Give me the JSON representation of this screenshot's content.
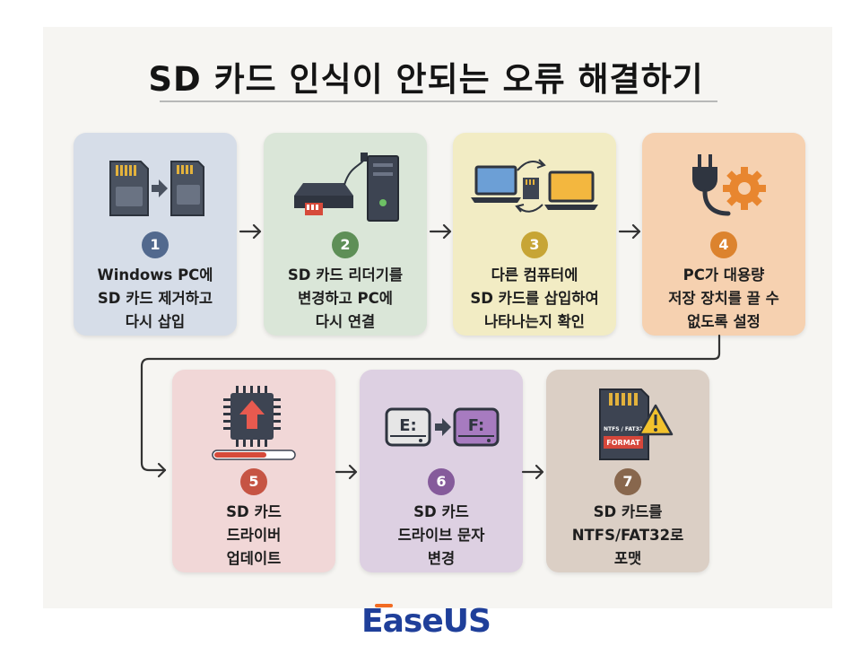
{
  "title": "SD 카드 인식이 안되는 오류 해결하기",
  "steps": [
    {
      "number": "1",
      "text": "Windows PC에\nSD 카드 제거하고\n다시 삽입",
      "color": "#d6dde8",
      "badge_color": "#52698e"
    },
    {
      "number": "2",
      "text": "SD 카드 리더기를\n변경하고 PC에\n다시 연결",
      "color": "#dae6d8",
      "badge_color": "#5e8f57"
    },
    {
      "number": "3",
      "text": "다른 컴퓨터에\nSD 카드를 삽입하여\n나타나는지 확인",
      "color": "#f2ecc4",
      "badge_color": "#c7a535"
    },
    {
      "number": "4",
      "text": "PC가 대용량\n저장 장치를 끌 수\n없도록 설정",
      "color": "#f6d1b0",
      "badge_color": "#dc832e"
    },
    {
      "number": "5",
      "text": "SD 카드\n드라이버\n업데이트",
      "color": "#f1d7d7",
      "badge_color": "#c65443"
    },
    {
      "number": "6",
      "text": "SD 카드\n드라이브 문자\n변경",
      "color": "#ddd0e2",
      "badge_color": "#855b9b"
    },
    {
      "number": "7",
      "text": "SD 카드를\nNTFS/FAT32로\n포맷",
      "color": "#dbcfc5",
      "badge_color": "#88674d"
    }
  ],
  "icon_labels": {
    "drive_e": "E:",
    "drive_f": "F:",
    "format_card_fs": "NTFS / FAT32",
    "format_label": "FORMAT"
  },
  "logo": {
    "text": "EaseUS",
    "color": "#1f3f9a",
    "accent_color": "#f26b22"
  }
}
